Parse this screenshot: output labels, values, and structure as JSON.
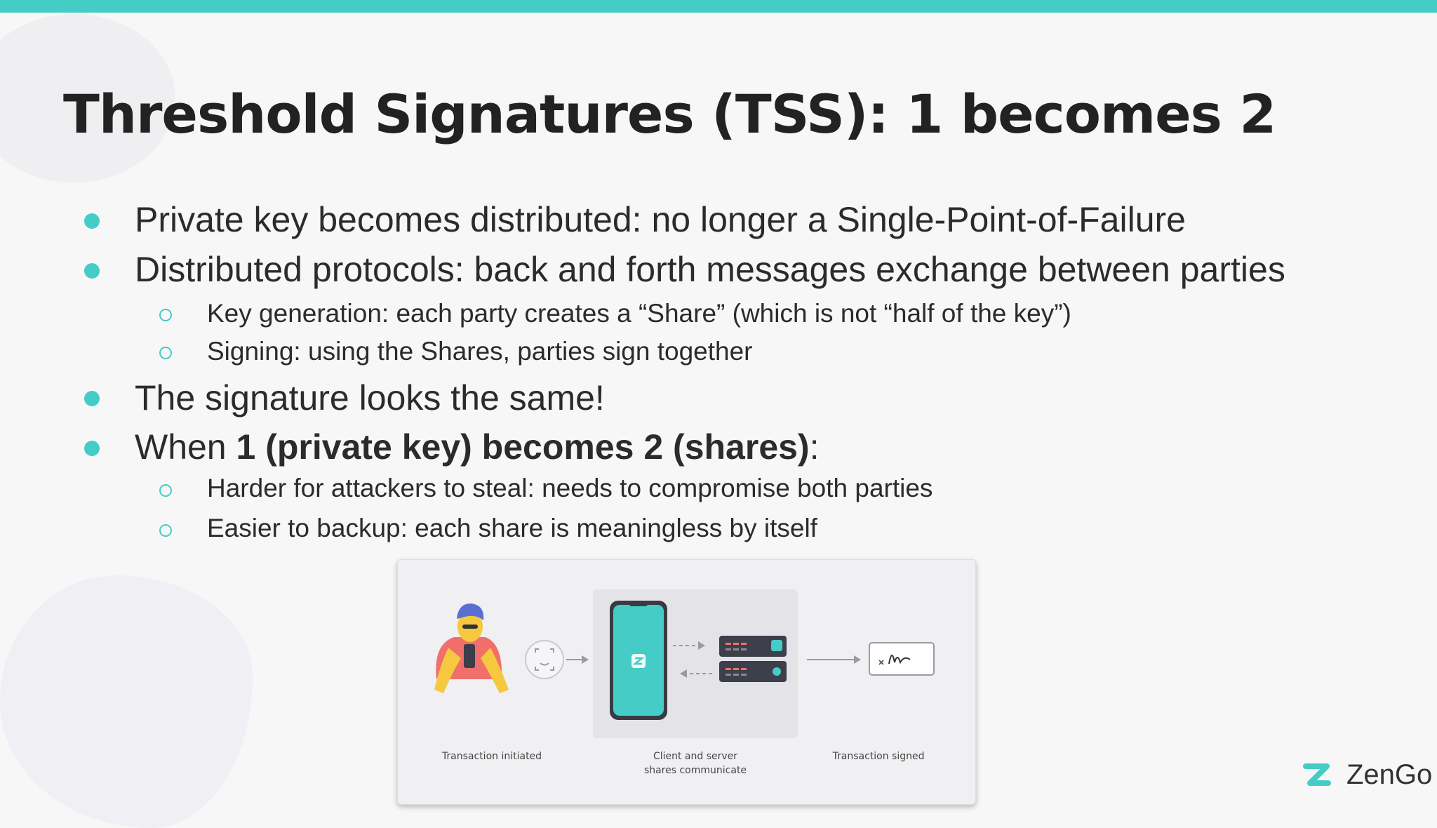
{
  "slide": {
    "title": "Threshold Signatures (TSS): 1 becomes 2",
    "bullets": [
      "Private key becomes distributed: no longer a Single-Point-of-Failure",
      "Distributed protocols: back and forth messages exchange between parties",
      "The signature looks the same!",
      {
        "prefix": "When ",
        "bold": "1 (private key) becomes 2 (shares)",
        "suffix": ":"
      }
    ],
    "sub_bullets": [
      "Key generation: each party creates a “Share” (which is not “half of the key”)",
      "Signing: using the Shares, parties sign together",
      "Harder for attackers to steal: needs to compromise both parties",
      "Easier to backup: each share is meaningless by itself"
    ]
  },
  "diagram": {
    "step1_label": "Transaction initiated",
    "step2_label_line1": "Client and server",
    "step2_label_line2": "shares communicate",
    "step3_label": "Transaction signed"
  },
  "brand": {
    "name": "ZenGo",
    "accent": "#45ccc6"
  }
}
